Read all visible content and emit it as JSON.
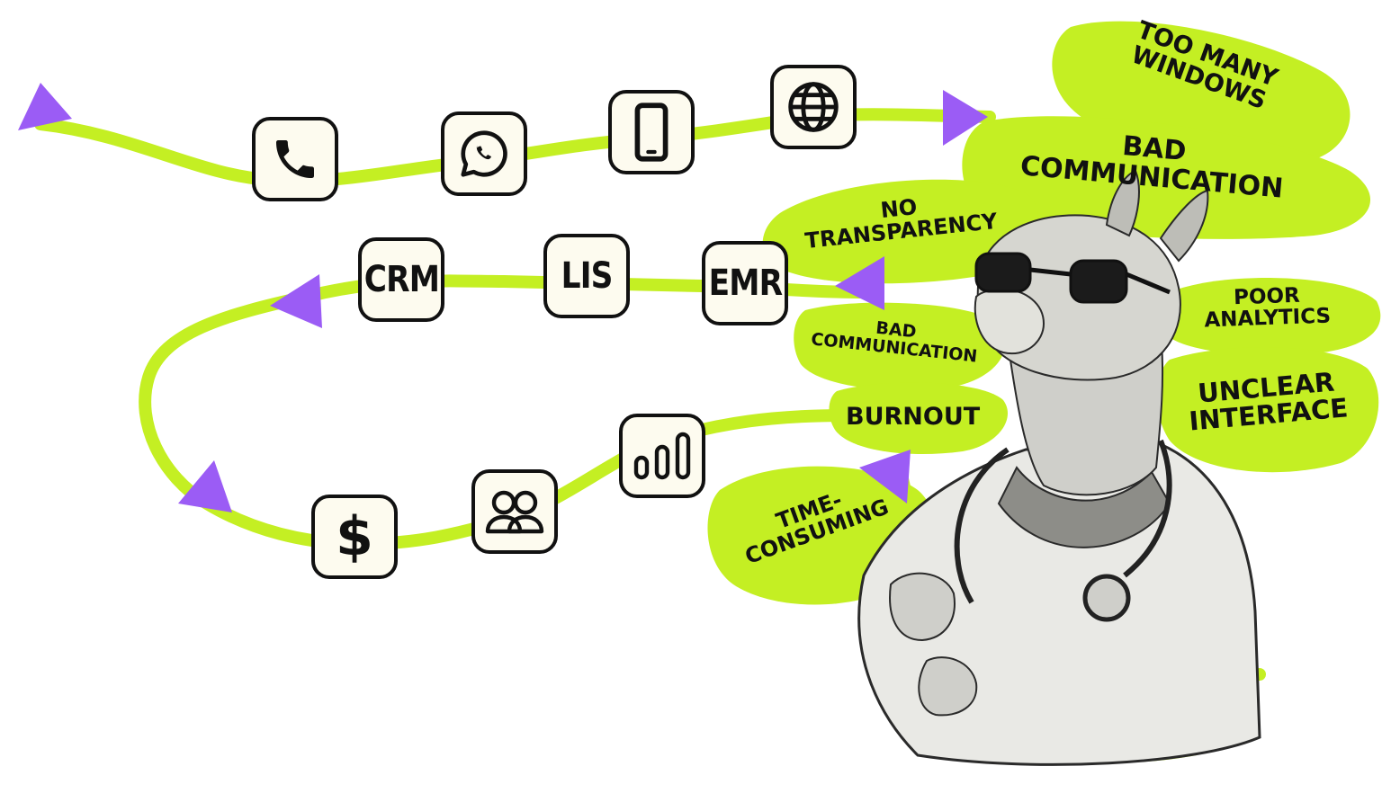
{
  "colors": {
    "accent_green": "#c4ef23",
    "accent_purple": "#9b5cf5",
    "tile_fill": "#fdfbef",
    "ink": "#111111"
  },
  "channel_icons": [
    {
      "name": "phone-icon"
    },
    {
      "name": "whatsapp-icon"
    },
    {
      "name": "smartphone-icon"
    },
    {
      "name": "globe-icon"
    }
  ],
  "system_tiles": [
    "CRM",
    "LIS",
    "EMR"
  ],
  "business_icons": [
    {
      "name": "dollar-icon",
      "text": "$"
    },
    {
      "name": "users-icon"
    },
    {
      "name": "bar-chart-icon"
    }
  ],
  "pain_points": {
    "too_many_windows": [
      "TOO MANY",
      "WINDOWS"
    ],
    "bad_communication_large": [
      "BAD",
      "COMMUNICATION"
    ],
    "no_transparency": [
      "NO",
      "TRANSPARENCY"
    ],
    "poor_analytics": [
      "POOR",
      "ANALYTICS"
    ],
    "bad_communication_small": [
      "BAD",
      "COMMUNICATION"
    ],
    "unclear_interface": [
      "UNCLEAR",
      "INTERFACE"
    ],
    "burnout": [
      "BURNOUT"
    ],
    "time_consuming": [
      "TIME-",
      "CONSUMING"
    ]
  },
  "illustration": {
    "subject": "llama-doctor-illustration"
  }
}
